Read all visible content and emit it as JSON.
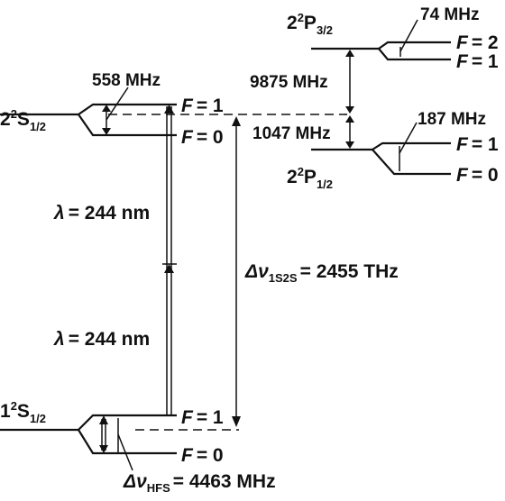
{
  "states": {
    "s2": {
      "label": "2",
      "sup": "2",
      "letter": "S",
      "sub": "1/2"
    },
    "p32": {
      "label": "2",
      "sup": "2",
      "letter": "P",
      "sub": "3/2"
    },
    "p12": {
      "label": "2",
      "sup": "2",
      "letter": "P",
      "sub": "1/2"
    },
    "s1": {
      "label": "1",
      "sup": "2",
      "letter": "S",
      "sub": "1/2"
    }
  },
  "splittings": {
    "s2_hfs": "558 MHz",
    "p32_hfs": "74 MHz",
    "p12_hfs": "187 MHz",
    "fine": "9875 MHz",
    "lamb": "1047 MHz"
  },
  "f_labels": {
    "s2_upper": "= 1",
    "s2_lower": "= 0",
    "p32_upper": "= 2",
    "p32_lower": "= 1",
    "p12_upper": "= 1",
    "p12_lower": "= 0",
    "s1_upper": "= 1",
    "s1_lower": "= 0",
    "f_letter": "F"
  },
  "lambda_upper": {
    "symbol": "λ",
    "text": "= 244 nm"
  },
  "lambda_lower": {
    "symbol": "λ",
    "text": "= 244 nm"
  },
  "delta_1s2s": {
    "symbol": "Δν",
    "sub": "1S2S",
    "text": "= 2455 THz"
  },
  "delta_hfs": {
    "symbol": "Δν",
    "sub": "HFS",
    "text": "= 4463 MHz"
  }
}
